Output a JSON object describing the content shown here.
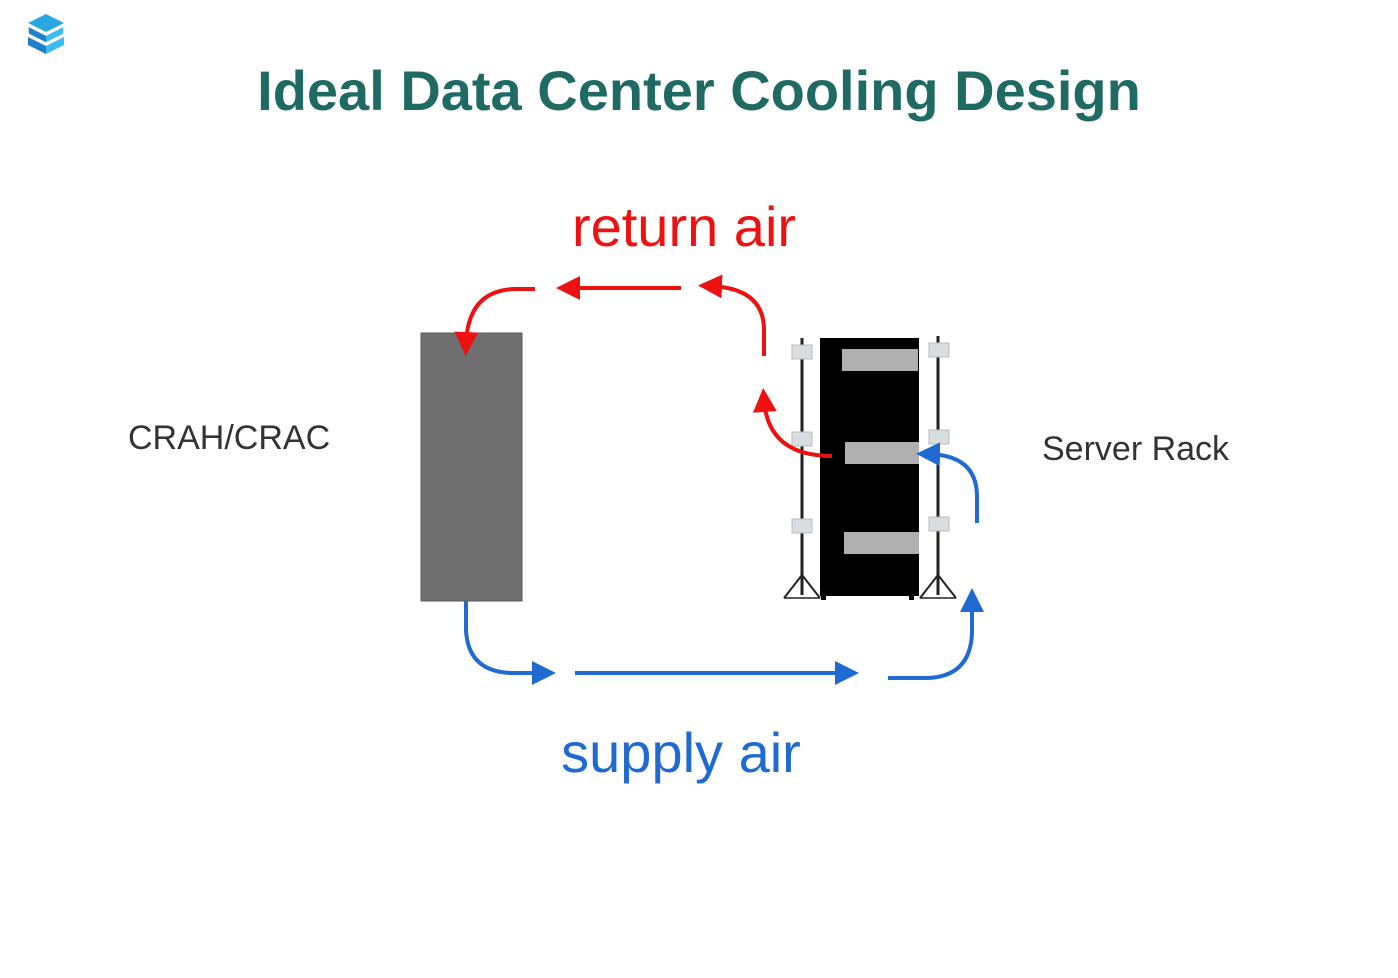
{
  "title": "Ideal Data Center Cooling Design",
  "labels": {
    "return_air": "return air",
    "supply_air": "supply air",
    "crah_crac": "CRAH/CRAC",
    "server_rack": "Server Rack"
  },
  "colors": {
    "title": "#1f6b63",
    "return_air": "#ee1111",
    "supply_air": "#1f6bd1",
    "crah_unit": "#707070",
    "server_rack": "#000000",
    "server_slot": "#b0b0b0",
    "text": "#333333"
  },
  "icons": {
    "logo": "layered-cube-logo"
  }
}
